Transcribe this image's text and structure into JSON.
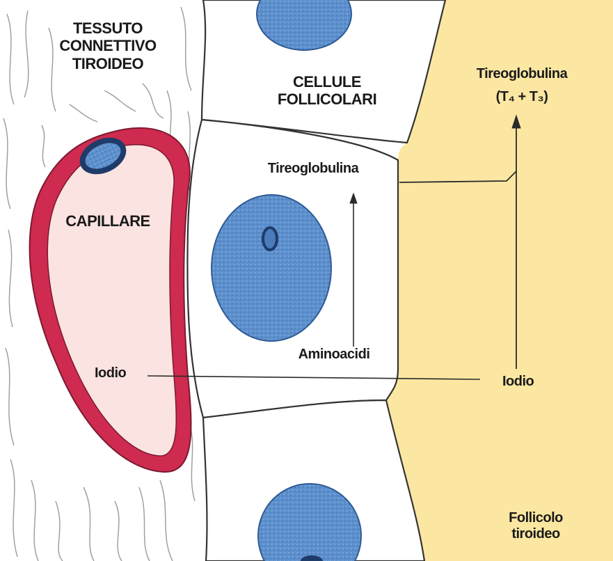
{
  "labels": {
    "connective": [
      "TESSUTO",
      "CONNETTIVO",
      "TIROIDEO"
    ],
    "follicular_cells": [
      "CELLULE",
      "FOLLICOLARI"
    ],
    "capillary": "CAPILLARE",
    "thyroglobulin_cell": "Tireoglobulina",
    "thyroglobulin_colloid": "Tireoglobulina",
    "hormones": "(T₄ + T₃)",
    "amino_acids": "Aminoacidi",
    "iodine_left": "Iodio",
    "iodine_right": "Iodio",
    "follicle": [
      "Follicolo",
      "tiroideo"
    ]
  },
  "colors": {
    "colloid": "#fce7a2",
    "capillary_wall": "#cf2a4f",
    "capillary_lumen": "#fbe3e1",
    "nucleus": "#5b8fcc",
    "nucleus_dark": "#3a6aa8",
    "cell_fill": "#ffffff",
    "outline": "#333333",
    "fiber": "#9a9a9a"
  }
}
